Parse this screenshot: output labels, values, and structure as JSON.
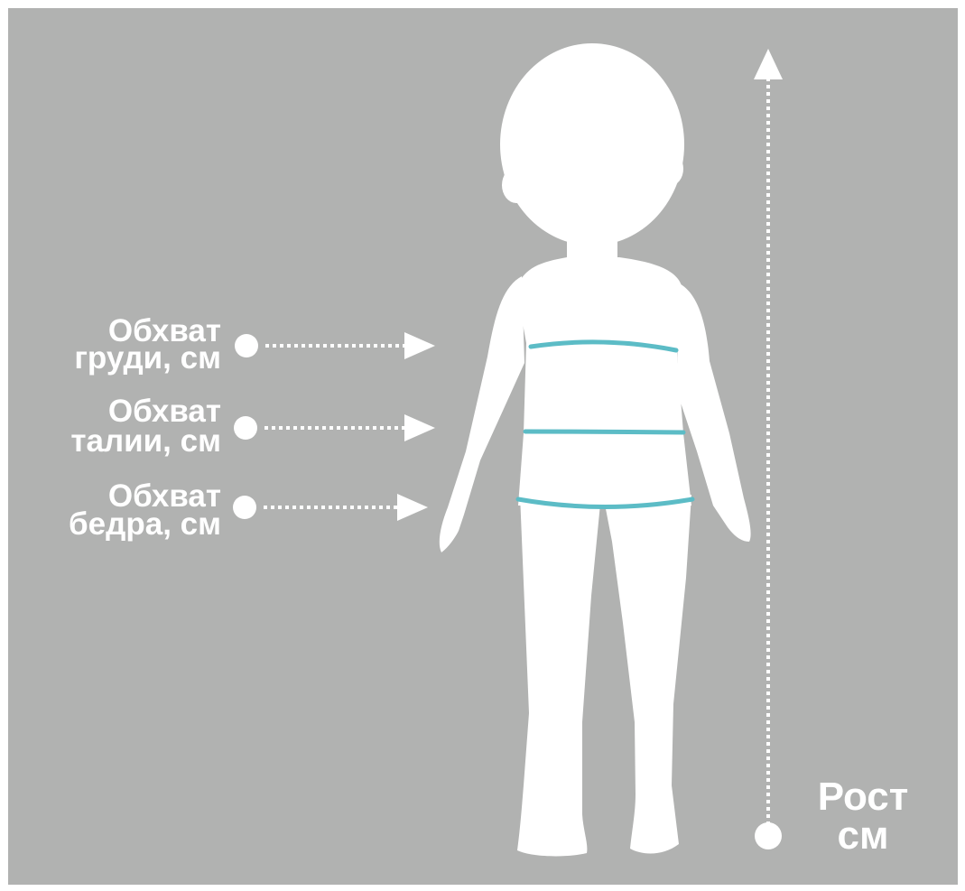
{
  "colors": {
    "background": "#b1b2b1",
    "figure": "#ffffff",
    "measure_line": "#5cbcc6",
    "pointer": "#ffffff",
    "text": "#ffffff"
  },
  "measurements": [
    {
      "line1": "Обхват",
      "line2": "груди, см"
    },
    {
      "line1": "Обхват",
      "line2": "талии, см"
    },
    {
      "line1": "Обхват",
      "line2": "бедра, см"
    }
  ],
  "height": {
    "line1": "Рост",
    "line2": "см"
  }
}
